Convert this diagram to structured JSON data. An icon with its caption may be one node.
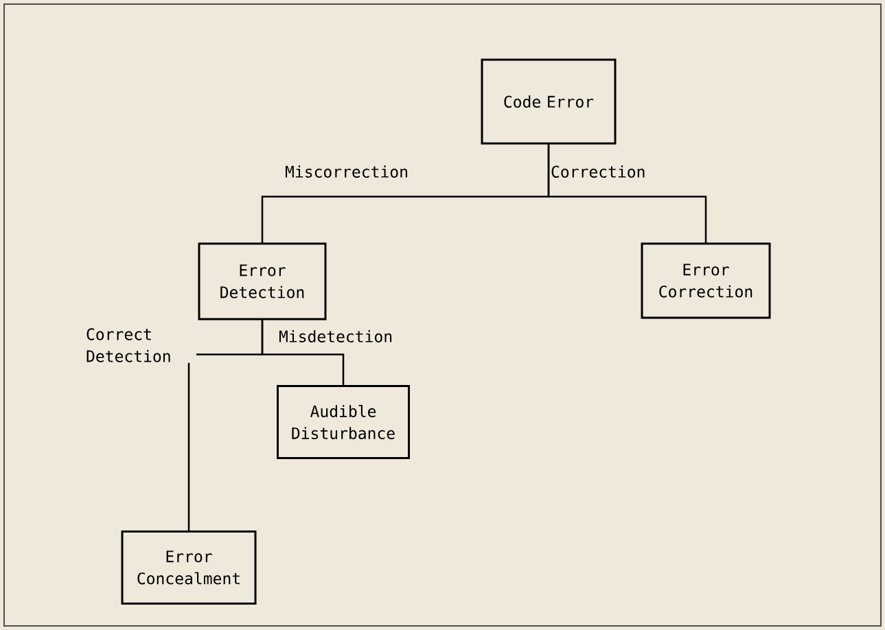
{
  "diagram": {
    "nodes": [
      {
        "text": [
          "Code Error"
        ]
      },
      {
        "text": [
          "Error Detection"
        ]
      },
      {
        "text": [
          "Error Correction"
        ]
      },
      {
        "text": [
          "Audible Disturbance"
        ]
      },
      {
        "text": [
          "Error Concealment"
        ]
      }
    ],
    "edges": [
      {
        "from": 0,
        "to": 1,
        "arrow": "none",
        "label": "Miscorrection"
      },
      {
        "from": 0,
        "to": 2,
        "arrow": "none",
        "label": "Correction"
      },
      {
        "from": 1,
        "to": 3,
        "arrow": "none",
        "label": "Misdetection"
      },
      {
        "from": 1,
        "to": 4,
        "arrow": "none",
        "label": "Correct Detection"
      }
    ]
  }
}
